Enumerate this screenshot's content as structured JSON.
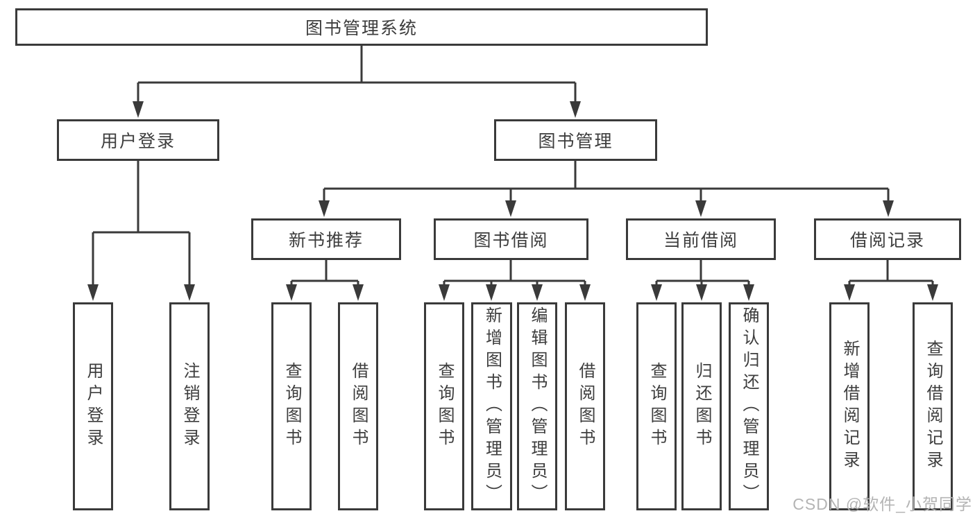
{
  "diagram": {
    "root": {
      "label": "图书管理系统"
    },
    "branches": [
      {
        "label": "用户登录",
        "children": [
          {
            "label": "用户登录"
          },
          {
            "label": "注销登录"
          }
        ]
      },
      {
        "label": "图书管理",
        "children": [
          {
            "label": "新书推荐",
            "children": [
              {
                "label": "查询图书"
              },
              {
                "label": "借阅图书"
              }
            ]
          },
          {
            "label": "图书借阅",
            "children": [
              {
                "label": "查询图书"
              },
              {
                "label": "新增图书（管理员）"
              },
              {
                "label": "编辑图书（管理员）"
              },
              {
                "label": "借阅图书"
              }
            ]
          },
          {
            "label": "当前借阅",
            "children": [
              {
                "label": "查询图书"
              },
              {
                "label": "归还图书"
              },
              {
                "label": "确认归还（管理员）"
              }
            ]
          },
          {
            "label": "借阅记录",
            "children": [
              {
                "label": "新增借阅记录"
              },
              {
                "label": "查询借阅记录"
              }
            ]
          }
        ]
      }
    ]
  },
  "watermark": {
    "text": "CSDN @软件_小贺同学"
  },
  "colors": {
    "line": "#3a3a3a",
    "text": "#3d3d3d",
    "background": "#ffffff",
    "watermark": "#b4b4b4"
  }
}
